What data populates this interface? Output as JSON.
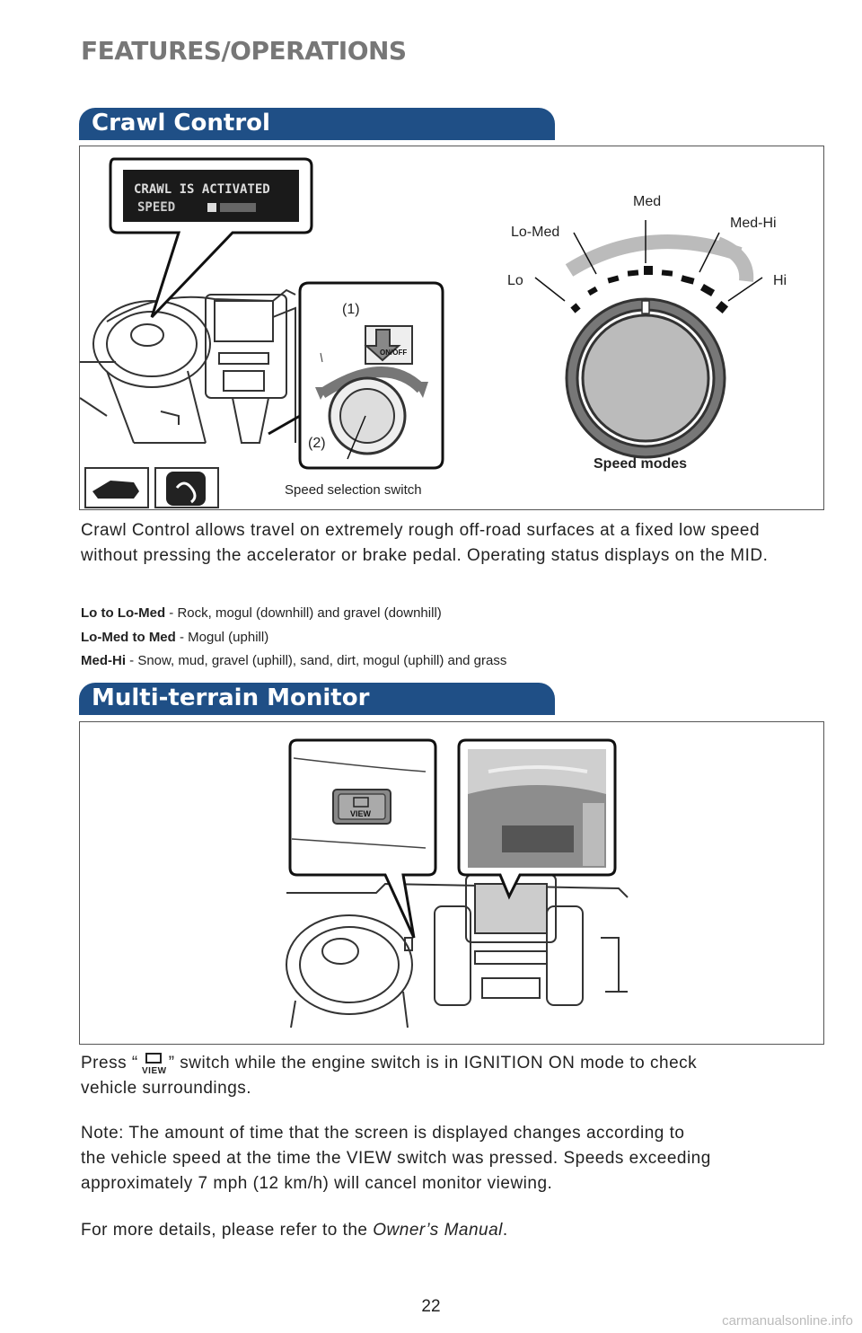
{
  "header": {
    "section": "FEATURES/OPERATIONS"
  },
  "crawl_control": {
    "title": "Crawl Control",
    "display_text_line1": "CRAWL IS ACTIVATED",
    "display_text_line2": "SPEED",
    "callout_1": "(1)",
    "callout_2": "(2)",
    "switch_label": "Speed selection switch",
    "onoff_label": "ON/OFF",
    "speed_modes_label": "Speed modes",
    "modes": {
      "lo": "Lo",
      "lo_med": "Lo-Med",
      "med": "Med",
      "med_hi": "Med-Hi",
      "hi": "Hi"
    },
    "description": "Crawl Control allows travel on extremely rough off-road surfaces at a fixed low speed without pressing the accelerator or brake pedal. Operating status displays on the MID.",
    "mode_lines": [
      {
        "term": "Lo to Lo-Med",
        "text": " - Rock, mogul (downhill) and gravel (downhill)"
      },
      {
        "term": "Lo-Med to Med",
        "text": " - Mogul (uphill)"
      },
      {
        "term": "Med-Hi",
        "text": " - Snow, mud, gravel (uphill), sand, dirt, mogul (uphill) and grass"
      }
    ]
  },
  "multi_terrain": {
    "title": "Multi-terrain Monitor",
    "view_button_label": "VIEW",
    "press_text_before": "Press “",
    "press_text_after": "” switch while the engine switch is in IGNITION ON mode to check",
    "press_text_line2": "vehicle surroundings.",
    "note_line1": "Note: The amount of time that the screen is displayed changes according to",
    "note_line2": "the vehicle speed at the time the VIEW switch was pressed. Speeds exceeding",
    "note_line3": "approximately 7 mph (12 km/h) will cancel monitor viewing.",
    "details_before": "For more details, please refer to the ",
    "details_manual": "Owner’s Manual",
    "details_after": "."
  },
  "footer": {
    "page_number": "22",
    "watermark": "carmanualsonline.info"
  }
}
